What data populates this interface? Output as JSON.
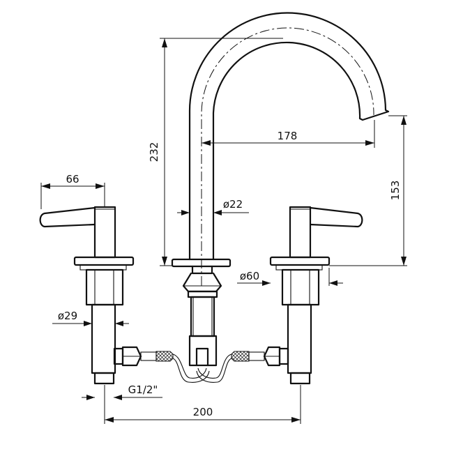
{
  "diagram": {
    "subject": "three-hole deck mounted basin mixer technical drawing",
    "dimensions": {
      "height_total": "232",
      "spout_reach": "178",
      "spout_outlet_height": "153",
      "handle_reach": "66",
      "spout_diameter": "ø22",
      "base_diameter": "ø60",
      "body_diameter": "ø29",
      "connection_thread": "G1/2\"",
      "center_distance": "200"
    },
    "colors": {
      "line": "#111111",
      "background": "#ffffff"
    }
  }
}
